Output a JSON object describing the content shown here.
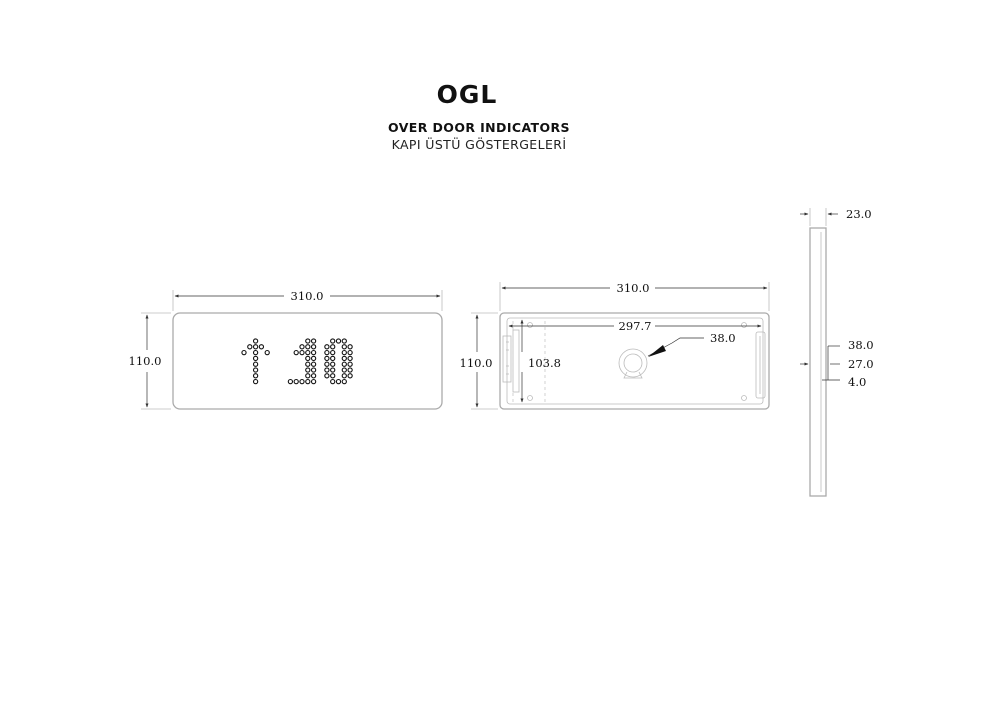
{
  "header": {
    "title": "OGL",
    "subtitle_en": "OVER DOOR INDICATORS",
    "subtitle_tr": "KAPI ÜSTÜ GÖSTERGELERİ"
  },
  "front_view": {
    "width_label": "310.0",
    "height_label": "110.0",
    "display": {
      "arrow": "↑",
      "floor": "10"
    }
  },
  "back_view": {
    "width_label": "310.0",
    "inner_width_label": "297.7",
    "height_label": "110.0",
    "inner_height_label": "103.8",
    "hole_label": "38.0"
  },
  "side_view": {
    "depth_label": "23.0",
    "dim_a_label": "38.0",
    "dim_b_label": "27.0",
    "dim_c_label": "4.0"
  }
}
